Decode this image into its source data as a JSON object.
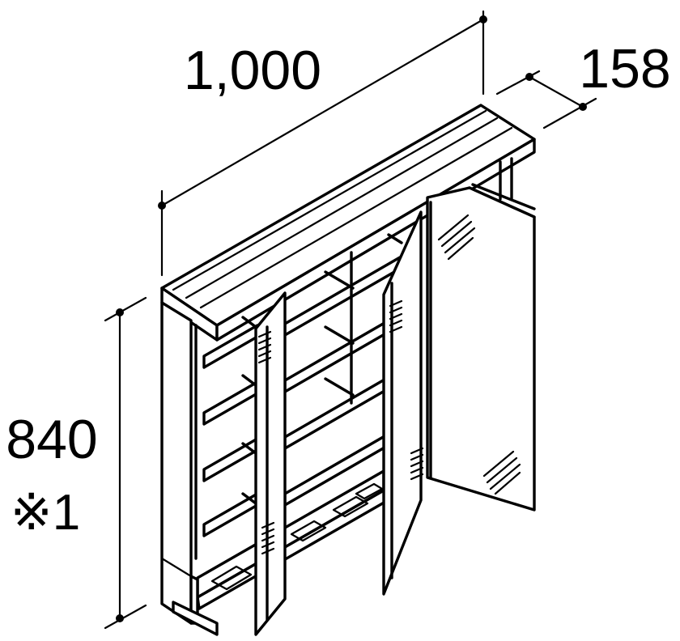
{
  "dimensions": {
    "width": "1,000",
    "depth": "158",
    "height": "840",
    "note": "※1"
  },
  "colors": {
    "line": "#000000",
    "background": "#ffffff"
  }
}
